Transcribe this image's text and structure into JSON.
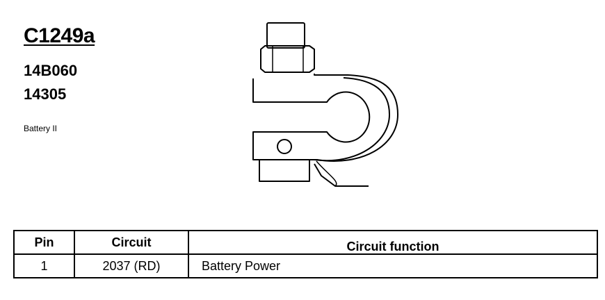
{
  "connector": {
    "id": "C1249a",
    "part_numbers": [
      "14B060",
      "14305"
    ],
    "description": "Battery II"
  },
  "pinout_table": {
    "headers": {
      "pin": "Pin",
      "circuit": "Circuit",
      "function": "Circuit function"
    },
    "rows": [
      {
        "pin": "1",
        "circuit": "2037 (RD)",
        "function": "Battery Power"
      }
    ]
  }
}
